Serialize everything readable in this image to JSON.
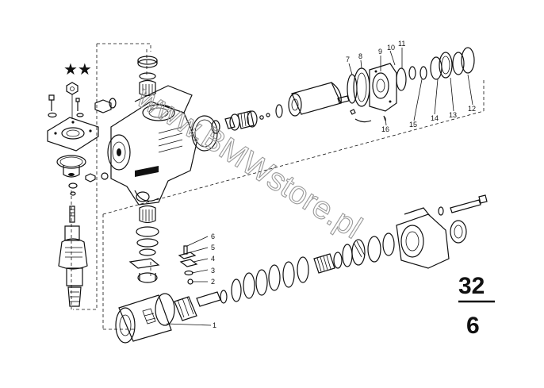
{
  "diagram": {
    "callouts": [
      {
        "id": "1",
        "label": "1"
      },
      {
        "id": "2",
        "label": "2"
      },
      {
        "id": "3",
        "label": "3"
      },
      {
        "id": "4",
        "label": "4"
      },
      {
        "id": "5",
        "label": "5"
      },
      {
        "id": "6",
        "label": "6"
      },
      {
        "id": "7",
        "label": "7"
      },
      {
        "id": "8",
        "label": "8"
      },
      {
        "id": "9",
        "label": "9"
      },
      {
        "id": "10",
        "label": "10"
      },
      {
        "id": "11",
        "label": "11"
      },
      {
        "id": "12",
        "label": "12"
      },
      {
        "id": "13",
        "label": "13"
      },
      {
        "id": "14",
        "label": "14"
      },
      {
        "id": "15",
        "label": "15"
      },
      {
        "id": "16",
        "label": "16"
      }
    ],
    "group": {
      "top": "32",
      "bottom": "6"
    },
    "stars": "★★",
    "watermark": "www.BMWstore.pl"
  }
}
